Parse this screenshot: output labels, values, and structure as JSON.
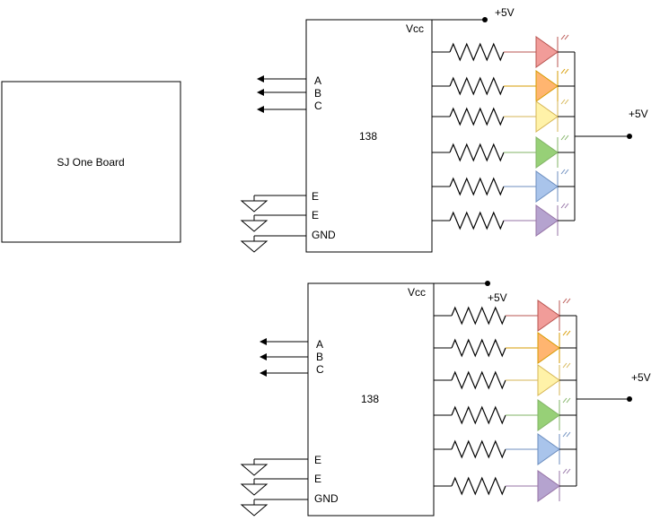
{
  "board": {
    "label": "SJ One Board"
  },
  "decoders": [
    {
      "chip_label": "138",
      "vcc_label": "Vcc",
      "vcc_supply_label": "+5V",
      "inputs": [
        "A",
        "B",
        "C"
      ],
      "enables": [
        "E",
        "E"
      ],
      "gnd_label": "GND",
      "led_supply_label": "+5V"
    },
    {
      "chip_label": "138",
      "vcc_label": "Vcc",
      "vcc_supply_label": "+5V",
      "inputs": [
        "A",
        "B",
        "C"
      ],
      "enables": [
        "E",
        "E"
      ],
      "gnd_label": "GND",
      "led_supply_label": "+5V"
    }
  ],
  "led_colors": [
    {
      "fill": "#f19c99",
      "stroke": "#b85450"
    },
    {
      "fill": "#ffb570",
      "stroke": "#d79b00"
    },
    {
      "fill": "#fff2a8",
      "stroke": "#d6b656"
    },
    {
      "fill": "#97d077",
      "stroke": "#82b366"
    },
    {
      "fill": "#a9c4eb",
      "stroke": "#6c8ebf"
    },
    {
      "fill": "#b5a3cf",
      "stroke": "#9673a6"
    }
  ]
}
